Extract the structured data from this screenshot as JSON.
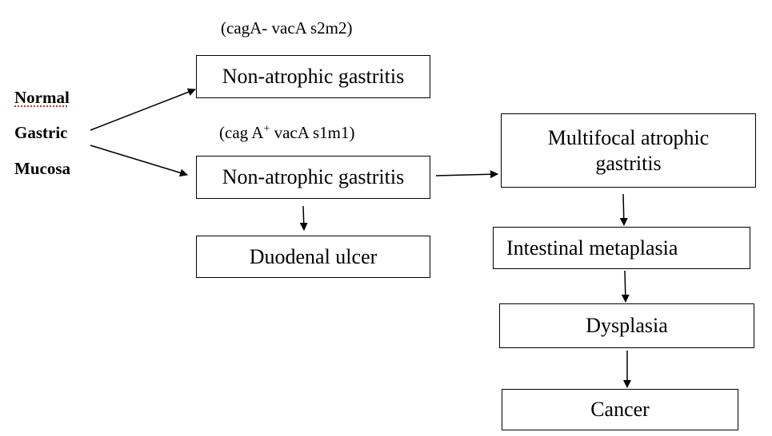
{
  "left_label": {
    "line1": "Normal",
    "line2": "Gastric",
    "line3": "Mucosa"
  },
  "strain_top": {
    "text": "(cagA- vacA s2m2)"
  },
  "strain_mid": {
    "prefix": "(cag A",
    "superscript": "+",
    "suffix": " vacA s1m1)"
  },
  "boxes": {
    "non_atrophic_top": "Non-atrophic gastritis",
    "non_atrophic_mid": "Non-atrophic gastritis",
    "duodenal_ulcer": "Duodenal ulcer",
    "multifocal_line1": "Multifocal atrophic",
    "multifocal_line2": "gastritis",
    "intestinal_metaplasia": "Intestinal metaplasia",
    "dysplasia": "Dysplasia",
    "cancer": "Cancer"
  },
  "colors": {
    "line": "#000000",
    "background": "#ffffff",
    "spellcheck_underline": "#c0392b"
  }
}
